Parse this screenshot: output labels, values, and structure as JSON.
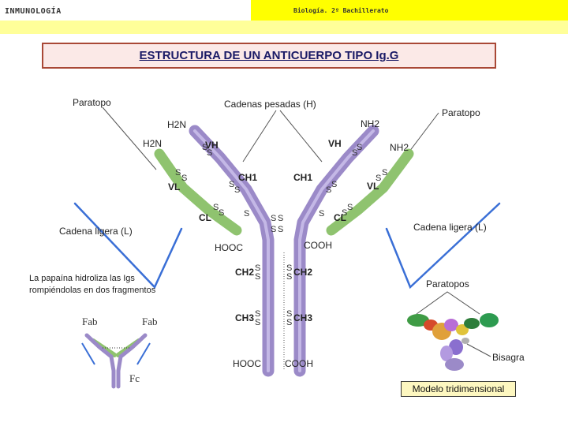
{
  "header": {
    "left": "INMUNOLOGÍA",
    "right": "Biología. 2º Bachillerato"
  },
  "title": "ESTRUCTURA DE UN ANTICUERPO TIPO Ig.G",
  "labels": {
    "paratopo_left": "Paratopo",
    "paratopo_right": "Paratopo",
    "heavy_chains": "Cadenas pesadas (H)",
    "light_chain_left": "Cadena ligera (L)",
    "light_chain_right": "Cadena ligera (L)",
    "nh2_heavy_left": "H2N",
    "nh2_light_left": "H2N",
    "nh2_heavy_right": "NH2",
    "nh2_light_right": "NH2",
    "vh": "VH",
    "vl": "VL",
    "ch1": "CH1",
    "cl": "CL",
    "ch2": "CH2",
    "ch3": "CH3",
    "hooc_upper": "HOOC",
    "cooh_upper": "COOH",
    "hooc_lower": "HOOC",
    "cooh_lower": "COOH",
    "ss": "S",
    "papain_note_1": "La papaína hidroliza las Igs",
    "papain_note_2": "rompiéndolas en dos fragmentos",
    "fab_left": "Fab",
    "fab_right": "Fab",
    "fc": "Fc",
    "paratopos": "Paratopos",
    "bisagra": "Bisagra",
    "modelo": "Modelo tridimensional"
  },
  "colors": {
    "heavy_chain": "#9b8ac8",
    "light_chain": "#8fc36f",
    "outline": "#3a6fd6",
    "title_border": "#a94836",
    "title_fill": "#fbe9e7",
    "title_text": "#1a1a66",
    "header_accent": "#ffff00",
    "header_band": "#ffff99"
  }
}
